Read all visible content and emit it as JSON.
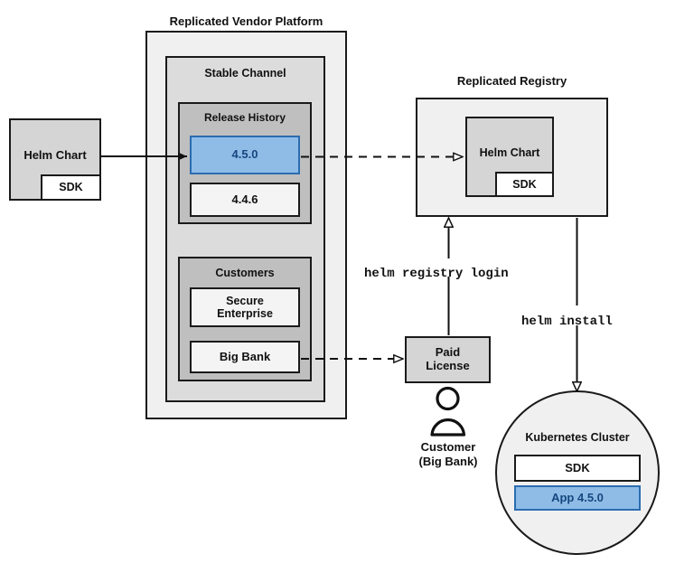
{
  "diagram": {
    "title_platform": "Replicated Vendor Platform",
    "title_registry": "Replicated Registry",
    "groups": {
      "stable_channel": "Stable Channel",
      "release_history": "Release History",
      "customers": "Customers"
    },
    "nodes": {
      "helm_chart_left": "Helm Chart",
      "sdk_left": "SDK",
      "release_current": "4.5.0",
      "release_previous": "4.4.6",
      "customer_secure_enterprise": "Secure\nEnterprise",
      "customer_big_bank": "Big Bank",
      "helm_chart_registry": "Helm Chart",
      "sdk_registry": "SDK",
      "paid_license": "Paid\nLicense",
      "customer_person": "Customer\n(Big Bank)",
      "cluster_title": "Kubernetes Cluster",
      "cluster_sdk": "SDK",
      "cluster_app": "App 4.5.0"
    },
    "edge_labels": {
      "registry_login": "helm registry login",
      "helm_install": "helm install"
    },
    "colors": {
      "platform_fill": "#f0f0f0",
      "channel_fill": "#dcdcdc",
      "inner_group_fill": "#bfbfbf",
      "node_fill": "#d5d5d5",
      "white_node_fill": "#f4f4f4",
      "highlight_fill": "#8fbce6",
      "highlight_border": "#2b6cb0",
      "highlight_text": "#15477f",
      "stroke": "#1a1a1a"
    }
  }
}
